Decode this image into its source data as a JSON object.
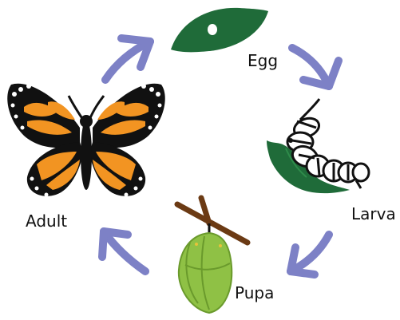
{
  "colors": {
    "arrow": "#7d81c6",
    "leaf": "#1f6b39",
    "butterfly_orange": "#f29422",
    "butterfly_black": "#111111",
    "chrysalis": "#8fc145",
    "twig": "#6b3a14"
  },
  "stages": [
    {
      "label": "Egg"
    },
    {
      "label": "Larva"
    },
    {
      "label": "Pupa"
    },
    {
      "label": "Adult"
    }
  ]
}
